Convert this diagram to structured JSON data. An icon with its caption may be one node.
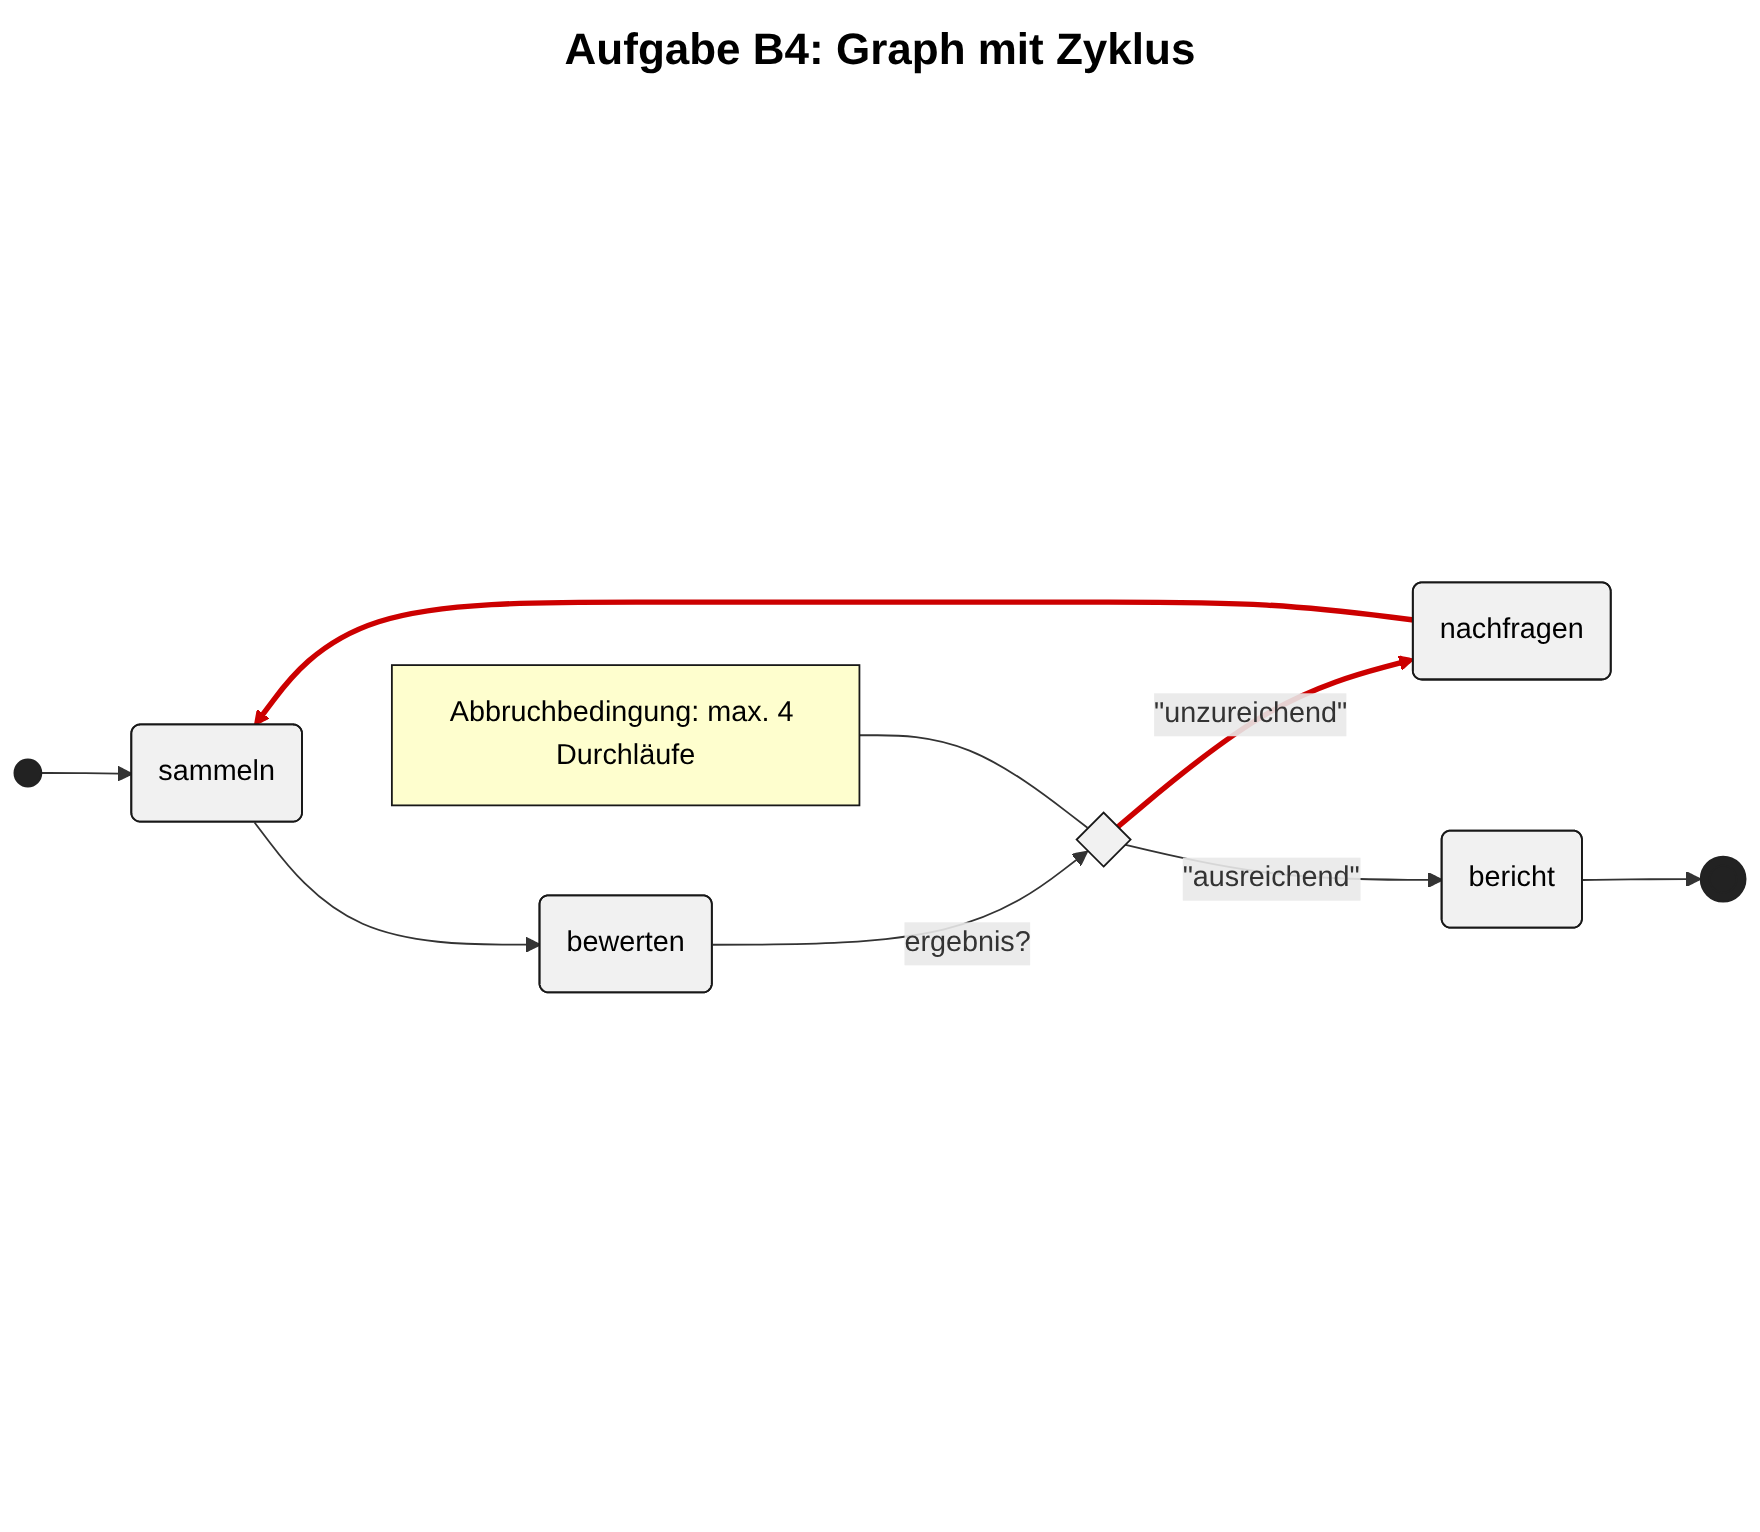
{
  "diagram": {
    "title": "Aufgabe B4: Graph mit Zyklus",
    "nodes": [
      {
        "text": [],
        "shape": "circle"
      },
      {
        "text": [
          "sammeln"
        ]
      },
      {
        "text": [
          "bewerten"
        ]
      },
      {
        "text": [],
        "shape": "diamond"
      },
      {
        "text": [
          "Abbruchbedingung: max. 4 Durchläufe"
        ]
      },
      {
        "text": [
          "nachfragen"
        ]
      },
      {
        "text": [
          "bericht"
        ]
      },
      {
        "text": [],
        "shape": "circle"
      }
    ],
    "edges": [
      {
        "from": 0,
        "to": 1,
        "arrow": "to"
      },
      {
        "from": 1,
        "to": 2,
        "arrow": "to"
      },
      {
        "from": 2,
        "to": 3,
        "arrow": "to",
        "label": "ergebnis?"
      },
      {
        "from": 3,
        "to": 5,
        "arrow": "to",
        "label": "\"unzureichend\"",
        "style": "thick",
        "color": "#cc0000"
      },
      {
        "from": 5,
        "to": 1,
        "arrow": "to",
        "style": "thick",
        "color": "#cc0000"
      },
      {
        "from": 3,
        "to": 6,
        "arrow": "to",
        "label": "\"ausreichend\""
      },
      {
        "from": 6,
        "to": 7,
        "arrow": "to"
      },
      {
        "from": 4,
        "to": 3,
        "arrow": "none"
      }
    ]
  }
}
